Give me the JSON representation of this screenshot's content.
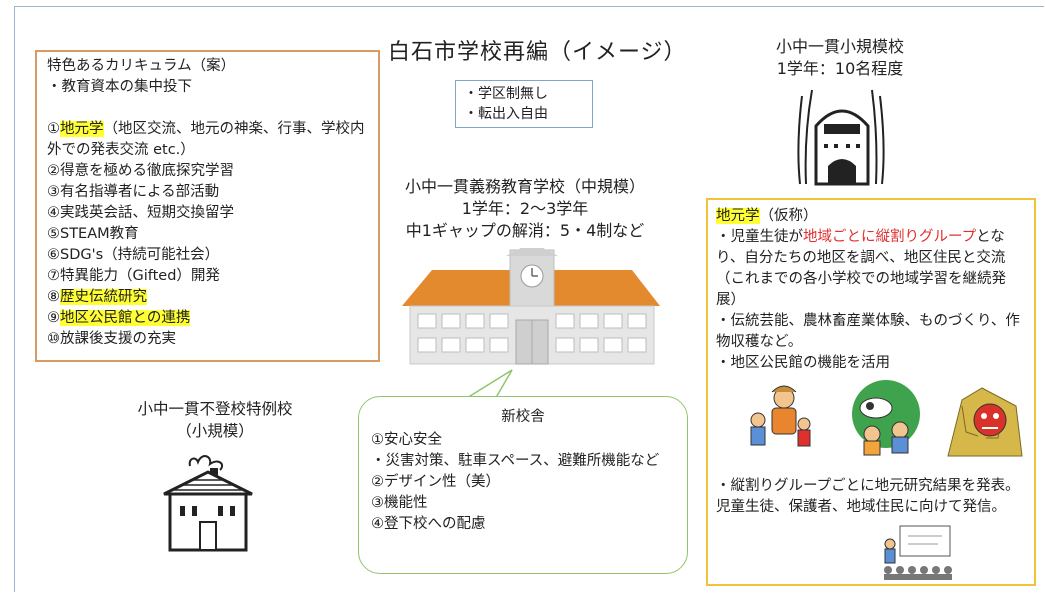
{
  "title": "白石市学校再編（イメージ）",
  "curriculum": {
    "heading": "特色あるカリキュラム（案）",
    "sub": "・教育資本の集中投下",
    "items": [
      {
        "num": "①",
        "hl": "地元学",
        "rest": "（地区交流、地元の神楽、行事、学校内外での発表交流 etc.）"
      },
      {
        "num": "②",
        "hl": "",
        "rest": "得意を極める徹底探究学習"
      },
      {
        "num": "③",
        "hl": "",
        "rest": "有名指導者による部活動"
      },
      {
        "num": "④",
        "hl": "",
        "rest": "実践英会話、短期交換留学"
      },
      {
        "num": "⑤",
        "hl": "",
        "rest": "STEAM教育"
      },
      {
        "num": "⑥",
        "hl": "",
        "rest": "SDG's（持続可能社会）"
      },
      {
        "num": "⑦",
        "hl": "",
        "rest": "特異能力（Gifted）開発"
      },
      {
        "num": "⑧",
        "hl": "歴史伝統研究",
        "rest": ""
      },
      {
        "num": "⑨",
        "hl": "地区公民館との連携",
        "rest": ""
      },
      {
        "num": "⑩",
        "hl": "",
        "rest": "放課後支援の充実"
      }
    ]
  },
  "rules": [
    "・学区制無し",
    "・転出入自由"
  ],
  "middle_school": {
    "name": "小中一貫義務教育学校（中規模）",
    "grade": "1学年：2～3学年",
    "gap": "中1ギャップの解消：5・4制など"
  },
  "small_school": {
    "name": "小中一貫小規模校",
    "grade": "1学年：10名程度"
  },
  "futoko_school": {
    "line1": "小中一貫不登校特例校",
    "line2": "（小規模）"
  },
  "new_building": {
    "title": "新校舎",
    "lines": [
      "①安心安全",
      "・災害対策、駐車スペース、避難所機能など",
      "②デザイン性（美）",
      "③機能性",
      "④登下校への配慮"
    ]
  },
  "jimotogaku": {
    "heading_hl": "地元学",
    "heading_rest": "（仮称）",
    "p1_a": "・児童生徒が",
    "p1_red": "地域ごとに縦割りグループ",
    "p1_b": "となり、自分たちの地区を調べ、地区住民と交流（これまでの各小学校での地域学習を継続発展）",
    "p2": "・伝統芸能、農林畜産業体験、ものづくり、作物収穫など。",
    "p3": "・地区公民館の機能を活用",
    "p4": "・縦割りグループごとに地元研究結果を発表。児童生徒、保護者、地域住民に向けて発信。"
  },
  "colors": {
    "highlight": "#ffff33",
    "curriculum_border": "#d79b63",
    "jimoto_border": "#f2c23b",
    "bubble_border": "#8fc66b",
    "red_text": "#e0302e",
    "roof": "#e48a2e"
  }
}
